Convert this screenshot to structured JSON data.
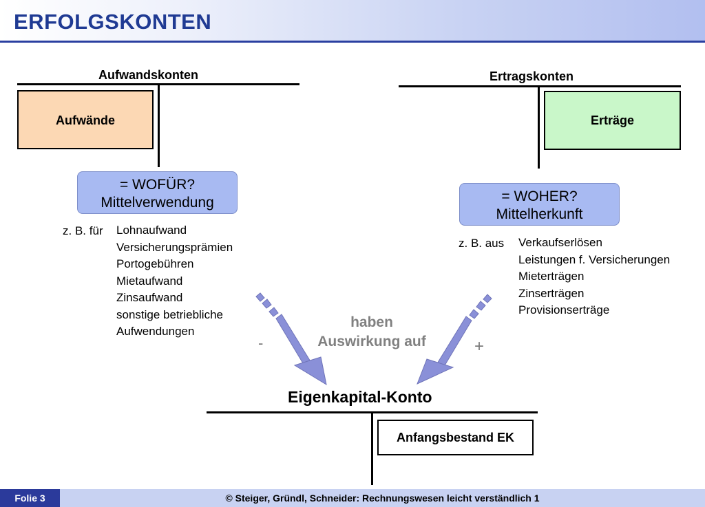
{
  "header": {
    "title": "ERFOLGSKONTEN"
  },
  "expenses": {
    "account_title": "Aufwandskonten",
    "box_label": "Aufwände",
    "question": "= WOFÜR?",
    "meaning": "Mittelverwendung",
    "prefix": "z. B. für",
    "items": [
      "Lohnaufwand",
      "Versicherungsprämien",
      "Portogebühren",
      "Mietaufwand",
      "Zinsaufwand",
      "sonstige betriebliche",
      "Aufwendungen"
    ]
  },
  "revenues": {
    "account_title": "Ertragskonten",
    "box_label": "Erträge",
    "question": "= WOHER?",
    "meaning": "Mittelherkunft",
    "prefix": "z. B. aus",
    "items": [
      "Verkaufserlösen",
      "Leistungen f. Versicherungen",
      "Mieterträgen",
      "Zinserträgen",
      "Provisionserträge"
    ]
  },
  "center": {
    "line1": "haben",
    "line2": "Auswirkung auf",
    "minus": "-",
    "plus": "+"
  },
  "equity": {
    "account_title": "Eigenkapital-Konto",
    "box_label": "Anfangsbestand EK"
  },
  "footer": {
    "slide": "Folie 3",
    "copyright": "© Steiger, Gründl, Schneider: Rechnungswesen leicht verständlich 1"
  },
  "colors": {
    "title": "#1f3a93",
    "expense_box": "#fcd8b4",
    "revenue_box": "#c9f7c9",
    "question_box": "#a8baf2",
    "arrow": "#8a90d8",
    "footer_accent": "#2b3a9b"
  }
}
